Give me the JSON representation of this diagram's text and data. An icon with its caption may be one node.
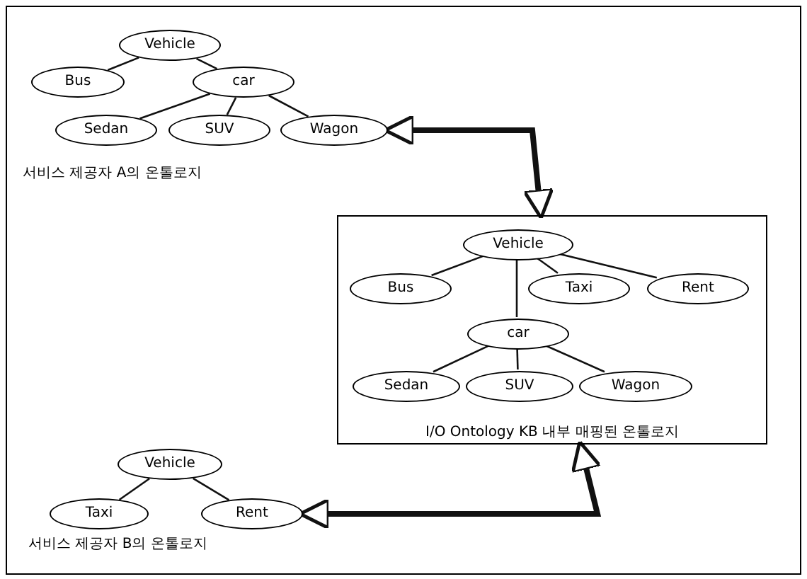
{
  "diagram": {
    "nodes": [
      {
        "text": [
          "Vehicle"
        ]
      },
      {
        "text": [
          "Bus"
        ]
      },
      {
        "text": [
          "car"
        ]
      },
      {
        "text": [
          "Sedan"
        ]
      },
      {
        "text": [
          "SUV"
        ]
      },
      {
        "text": [
          "Wagon"
        ]
      },
      {
        "text": [
          "I/O Ontology KB 내부 매핑된 온톨로지"
        ]
      },
      {
        "text": [
          "Vehicle"
        ],
        "in": 6
      },
      {
        "text": [
          "Bus"
        ],
        "in": 6
      },
      {
        "text": [
          "Taxi"
        ],
        "in": 6
      },
      {
        "text": [
          "Rent"
        ],
        "in": 6
      },
      {
        "text": [
          "car"
        ],
        "in": 6
      },
      {
        "text": [
          "Sedan"
        ],
        "in": 6
      },
      {
        "text": [
          "SUV"
        ],
        "in": 6
      },
      {
        "text": [
          "Wagon"
        ],
        "in": 6
      },
      {
        "text": [
          "Vehicle"
        ]
      },
      {
        "text": [
          "Taxi"
        ]
      },
      {
        "text": [
          "Rent"
        ]
      }
    ],
    "edges": [
      {
        "from": 0,
        "to": 1,
        "arrow": "none"
      },
      {
        "from": 0,
        "to": 2,
        "arrow": "none"
      },
      {
        "from": 2,
        "to": 3,
        "arrow": "none"
      },
      {
        "from": 2,
        "to": 4,
        "arrow": "none"
      },
      {
        "from": 2,
        "to": 5,
        "arrow": "none"
      },
      {
        "from": 7,
        "to": 8,
        "arrow": "none"
      },
      {
        "from": 7,
        "to": 9,
        "arrow": "none"
      },
      {
        "from": 7,
        "to": 10,
        "arrow": "none"
      },
      {
        "from": 7,
        "to": 11,
        "arrow": "none"
      },
      {
        "from": 11,
        "to": 12,
        "arrow": "none"
      },
      {
        "from": 11,
        "to": 13,
        "arrow": "none"
      },
      {
        "from": 11,
        "to": 14,
        "arrow": "none"
      },
      {
        "from": 15,
        "to": 16,
        "arrow": "none"
      },
      {
        "from": 15,
        "to": 17,
        "arrow": "none"
      },
      {
        "from": 5,
        "to": 6,
        "arrow": "both",
        "style": "thick"
      },
      {
        "from": 6,
        "to": 17,
        "arrow": "both",
        "style": "thick"
      }
    ],
    "labels": [
      "서비스 제공자 A의 온톨로지",
      "서비스 제공자 B의 온톨로지"
    ]
  }
}
